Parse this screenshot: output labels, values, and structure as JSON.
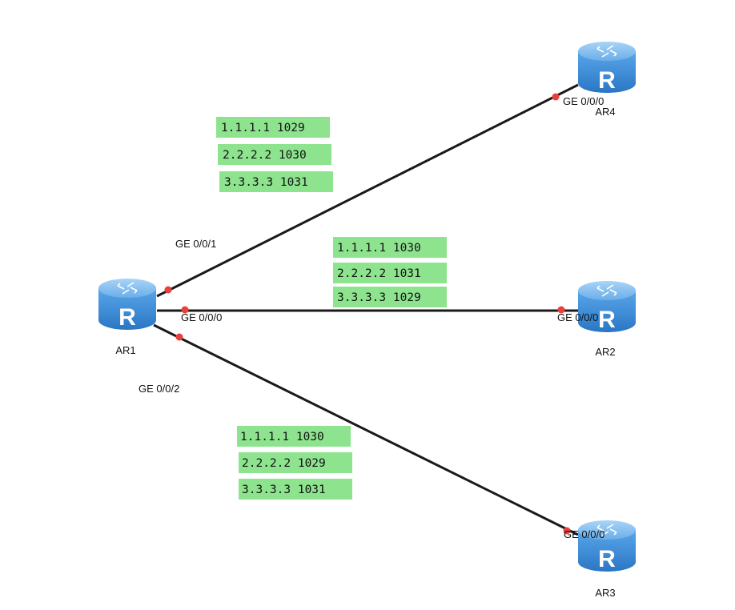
{
  "diagram": {
    "colors": {
      "link": "#1a1a1a",
      "port_dot": "#e8403a",
      "label_bg": "#8ee48e",
      "router_body": "#3c8ad6",
      "router_top": "#7ab8ee",
      "router_glyph": "#ffffff"
    },
    "routers": [
      {
        "id": "AR1",
        "label": "AR1",
        "icon": "router-icon"
      },
      {
        "id": "AR2",
        "label": "AR2",
        "icon": "router-icon"
      },
      {
        "id": "AR3",
        "label": "AR3",
        "icon": "router-icon"
      },
      {
        "id": "AR4",
        "label": "AR4",
        "icon": "router-icon"
      }
    ],
    "links": [
      {
        "from": "AR1",
        "to": "AR4",
        "from_port": "GE 0/0/1",
        "to_port": "GE 0/0/0",
        "labels": [
          "1.1.1.1 1029",
          "2.2.2.2 1030",
          "3.3.3.3 1031"
        ]
      },
      {
        "from": "AR1",
        "to": "AR2",
        "from_port": "GE 0/0/0",
        "to_port": "GE 0/0/0",
        "labels": [
          "1.1.1.1 1030",
          "2.2.2.2 1031",
          "3.3.3.3 1029"
        ]
      },
      {
        "from": "AR1",
        "to": "AR3",
        "from_port": "GE 0/0/2",
        "to_port": "GE 0/0/0",
        "labels": [
          "1.1.1.1 1030",
          "2.2.2.2 1029",
          "3.3.3.3 1031"
        ]
      }
    ]
  }
}
